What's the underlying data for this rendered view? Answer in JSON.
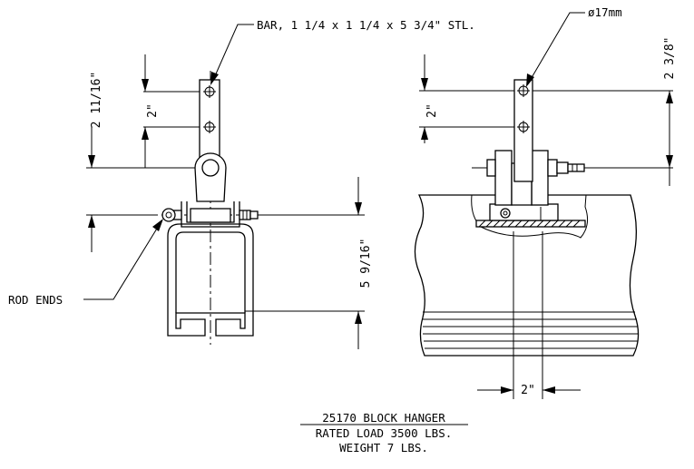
{
  "notes": {
    "bar": "BAR, 1 1/4 x 1 1/4 x 5 3/4\" STL.",
    "hole": "ø17mm",
    "rod_ends": "ROD ENDS"
  },
  "dimensions": {
    "left_top_spacing": "2\"",
    "left_overall": "2 11/16\"",
    "left_lower": "5 9/16\"",
    "right_top_spacing": "2\"",
    "right_side": "2 3/8\"",
    "bottom_width": "2\""
  },
  "title": {
    "name": "25170 BLOCK HANGER",
    "load": "RATED LOAD 3500 LBS.",
    "weight": "WEIGHT 7 LBS."
  }
}
